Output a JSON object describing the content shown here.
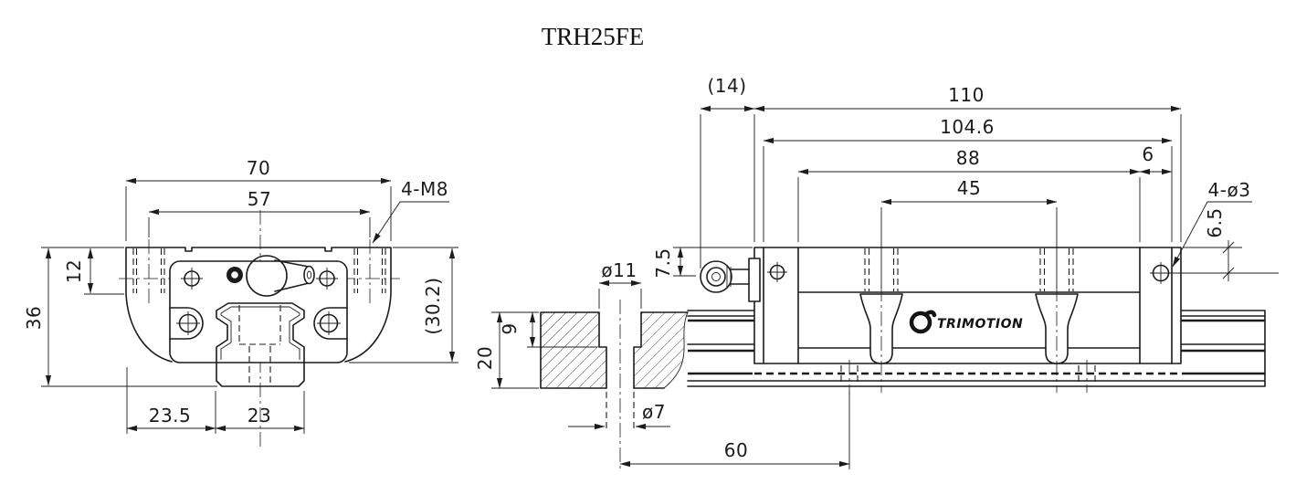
{
  "title": "TRH25FE",
  "brand": {
    "logo_text": "TRIMOTION"
  },
  "colors": {
    "line": "#1c1c1c",
    "background": "#ffffff"
  },
  "front_view": {
    "dims": {
      "width_total": "70",
      "mount_bolt_spacing": "57",
      "mount_thread_callout": "4-M8",
      "flange_thickness": "12",
      "assembly_height": "36",
      "block_height_ref": "(30.2)",
      "edge_to_rail": "23.5",
      "rail_width": "23"
    }
  },
  "side_view": {
    "dims": {
      "nipple_overhang": "(14)",
      "block_length_total": "110",
      "block_length_with_seals": "104.6",
      "block_body_length": "88",
      "mount_hole_pitch": "45",
      "end_cap_width": "6",
      "end_hole_callout": "4-ø3",
      "end_hole_center_depth": "6.5",
      "nipple_center_height": "7.5",
      "counterbore_dia": "ø11",
      "counterbore_depth": "9",
      "base_plate_height": "20",
      "through_hole_dia": "ø7",
      "rail_hole_offset": "60"
    }
  }
}
